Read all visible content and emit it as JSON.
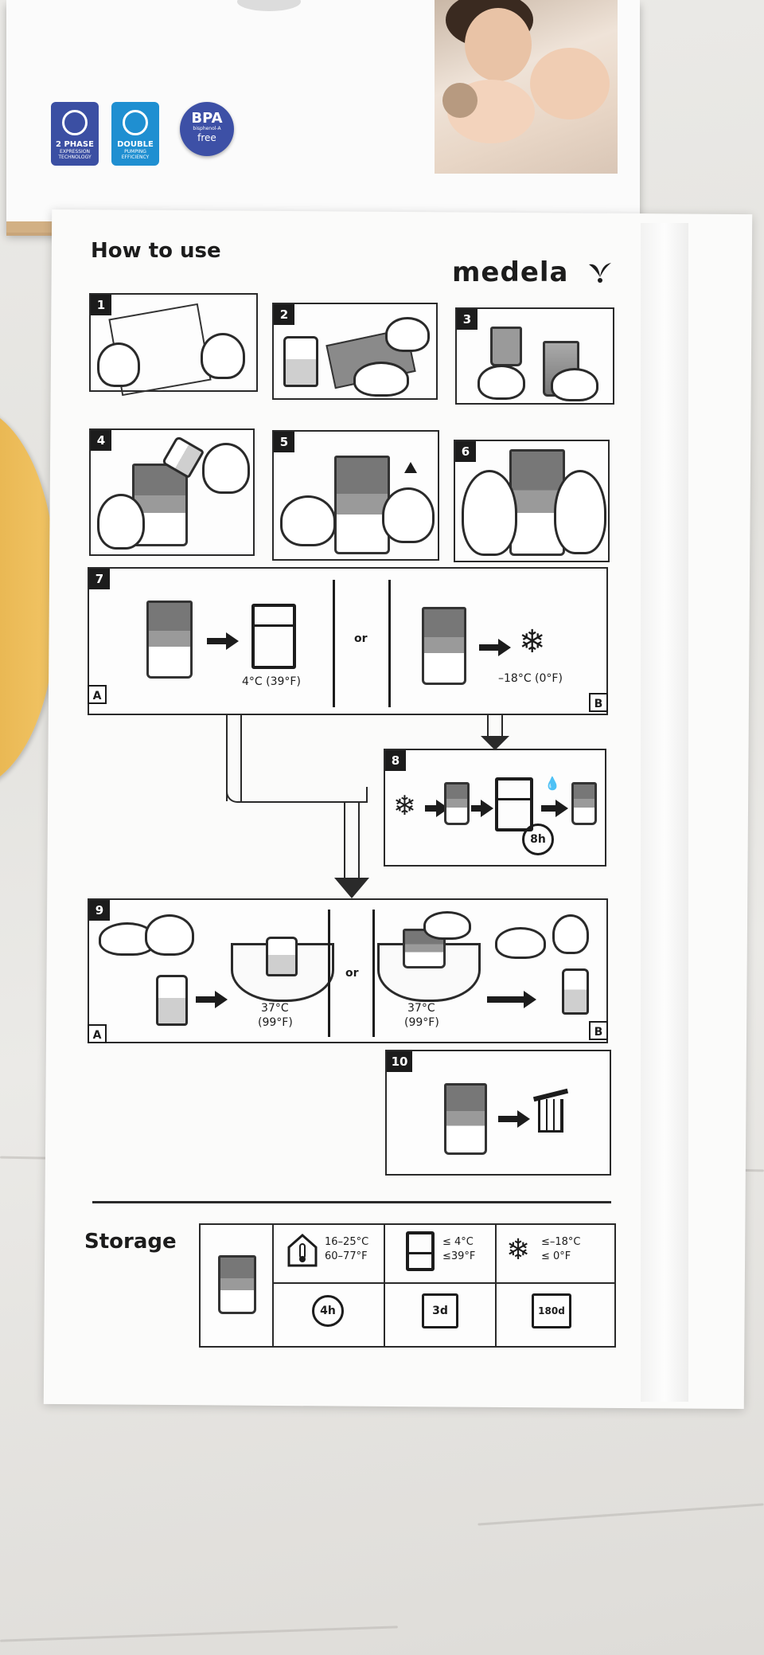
{
  "box": {
    "badges": [
      {
        "name": "2-phase-expression-badge",
        "line1": "2 PHASE",
        "line2": "EXPRESSION TECHNOLOGY",
        "color": "#3b4fa3"
      },
      {
        "name": "double-pumping-badge",
        "line1": "DOUBLE",
        "line2": "PUMPING EFFICIENCY",
        "color": "#1f8fd1"
      }
    ],
    "bpa": {
      "top": "BPA",
      "middle": "bisphenol-A",
      "bottom": "free"
    }
  },
  "instructions": {
    "title": "How to use",
    "brand": "medela",
    "steps": [
      "1",
      "2",
      "3",
      "4",
      "5",
      "6",
      "7",
      "8",
      "9",
      "10"
    ],
    "step7": {
      "fridge_temp": "4°C (39°F)",
      "or": "or",
      "freezer_temp": "–18°C (0°F)",
      "left_tag": "A",
      "right_tag": "B"
    },
    "step8": {
      "thaw_time": "8h"
    },
    "step9": {
      "left_temp": "37°C",
      "left_temp_f": "(99°F)",
      "or": "or",
      "right_temp": "37°C",
      "right_temp_f": "(99°F)",
      "left_tag": "A",
      "right_tag": "B"
    }
  },
  "storage": {
    "title": "Storage",
    "room": {
      "line1": "16–25°C",
      "line2": "60–77°F",
      "duration": "4h"
    },
    "fridge": {
      "line1": "≤  4°C",
      "line2": "≤39°F",
      "duration": "3d"
    },
    "freezer": {
      "line1": "≤–18°C",
      "line2": "≤    0°F",
      "duration": "180d"
    }
  },
  "colors": {
    "box_edge": "#d2b084",
    "shield": "#f2c565",
    "ink": "#1c1c1c"
  }
}
